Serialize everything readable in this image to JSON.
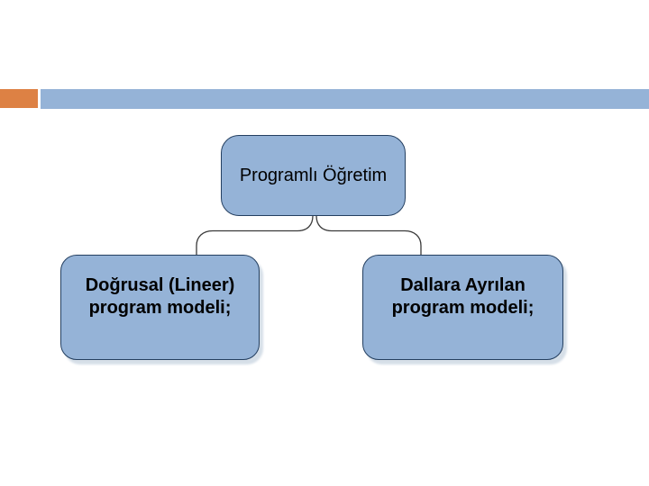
{
  "slide": {
    "background_color": "#FFFFFF",
    "header": {
      "accent_block_color": "#DD8144",
      "bar_color": "#95B3D7"
    },
    "diagram": {
      "box_fill_color": "#95B3D7",
      "box_border_color": "#243F60",
      "connector_color": "#3A3A3A",
      "root": {
        "label": "Programlı Öğretim"
      },
      "children": [
        {
          "line1": "Doğrusal (Lineer)",
          "line2": "program modeli;"
        },
        {
          "line1": "Dallara Ayrılan",
          "line2": "program modeli;"
        }
      ]
    }
  }
}
